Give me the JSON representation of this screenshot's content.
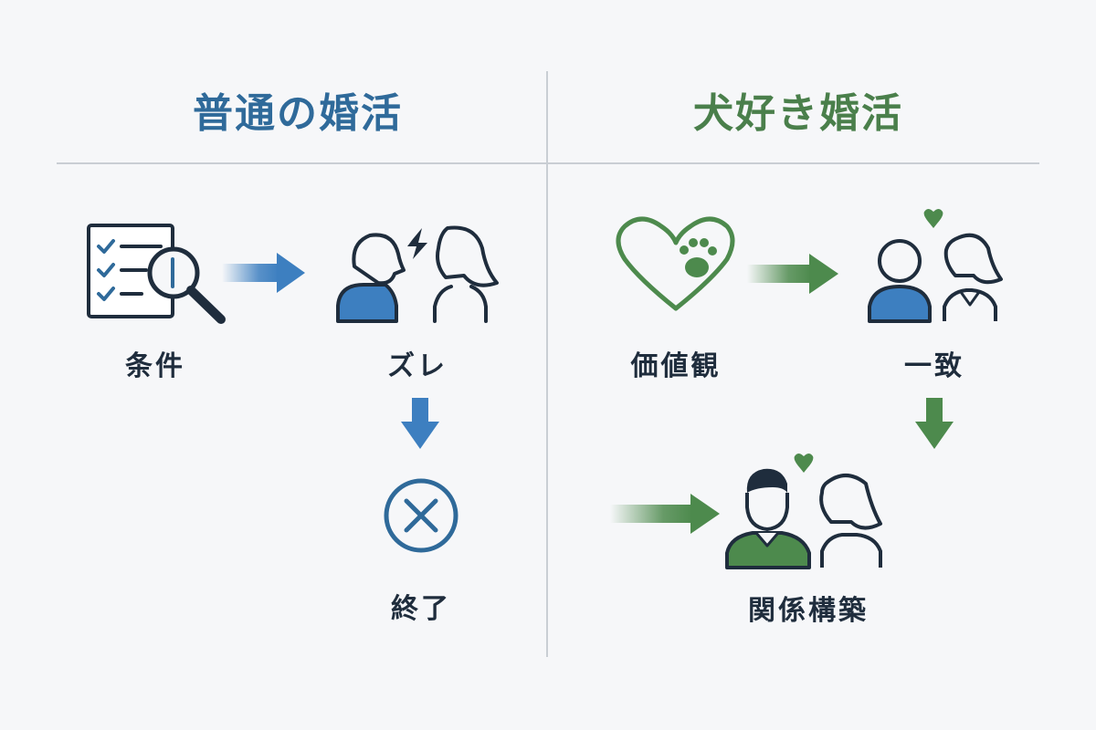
{
  "left": {
    "title": "普通の婚活",
    "steps": [
      "条件",
      "ズレ",
      "終了"
    ]
  },
  "right": {
    "title": "犬好き婚活",
    "steps": [
      "価値観",
      "一致",
      "関係構築"
    ]
  },
  "colors": {
    "left_accent": "#2f6a9a",
    "left_fill": "#3d7fc0",
    "right_accent": "#4a7f4b",
    "right_fill": "#4d8a4d",
    "dark": "#1f2d3d",
    "background": "#f6f7f9"
  },
  "icons": {
    "left": [
      "checklist-magnifier-icon",
      "conflict-couple-icon",
      "cross-circle-icon"
    ],
    "right": [
      "heart-paw-icon",
      "matched-couple-icon",
      "happy-couple-icon"
    ]
  }
}
